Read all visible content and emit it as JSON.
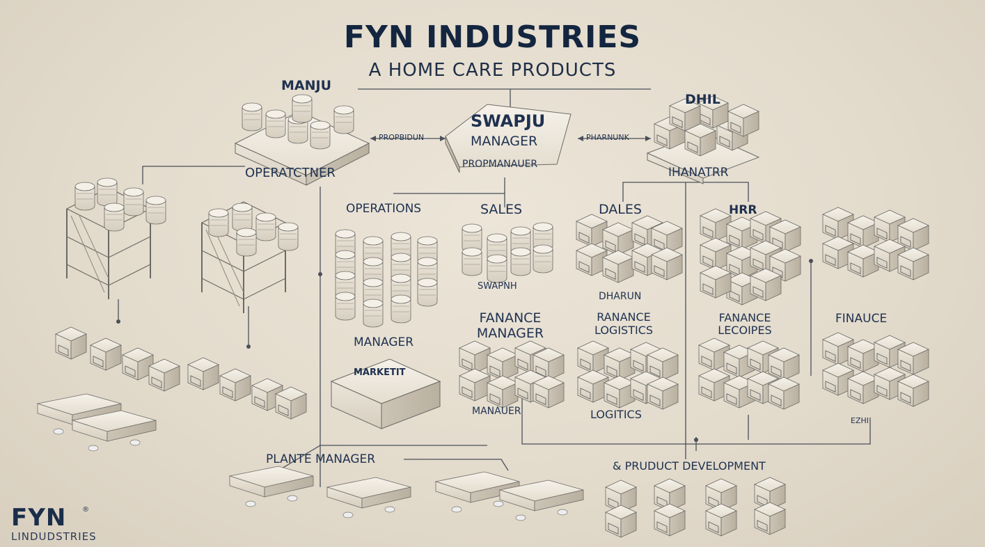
{
  "header": {
    "title": "FYN INDUSTRIES",
    "subtitle": "A HOME CARE PRODUCTS"
  },
  "top_nodes": {
    "left": {
      "name": "MANJU",
      "role": "OPERATCTNER"
    },
    "center": {
      "name": "SWAPJU",
      "title": "MANAGER",
      "role": "PROPMANAUER"
    },
    "right": {
      "name": "DHIL",
      "role": "IHANATRR"
    },
    "left_connector": "PROPBIDUN",
    "right_connector": "PHARNUNK"
  },
  "departments": {
    "operations": {
      "label": "OPERATIONS",
      "role": "MANAGER",
      "unit": "MARKETIT"
    },
    "sales": {
      "label": "SALES",
      "name": "SWAPNH",
      "role": "FANANCE MANAGER",
      "sub": "MANAUER"
    },
    "dales": {
      "label": "DALES",
      "name": "DHARUN",
      "role": "RANANCE LOGISTICS",
      "sub": "LOGITICS"
    },
    "hrr": {
      "label": "HRR",
      "role": "FANANCE LECOIPES"
    },
    "finance": {
      "label": "FINAUCE",
      "sub": "EZHI"
    }
  },
  "bottom": {
    "plant": "PLANTE MANAGER",
    "product": "& PRUDUCT DEVELOPMENT"
  },
  "logo": {
    "main": "FYN",
    "mark": "®",
    "sub": "LINDUDSTRIES"
  },
  "colors": {
    "background": "#e6dfd2",
    "ink": "#1d2f4a",
    "box_top": "#f3efe6",
    "box_side": "#c9c1b2",
    "line": "#4a4f5a"
  }
}
